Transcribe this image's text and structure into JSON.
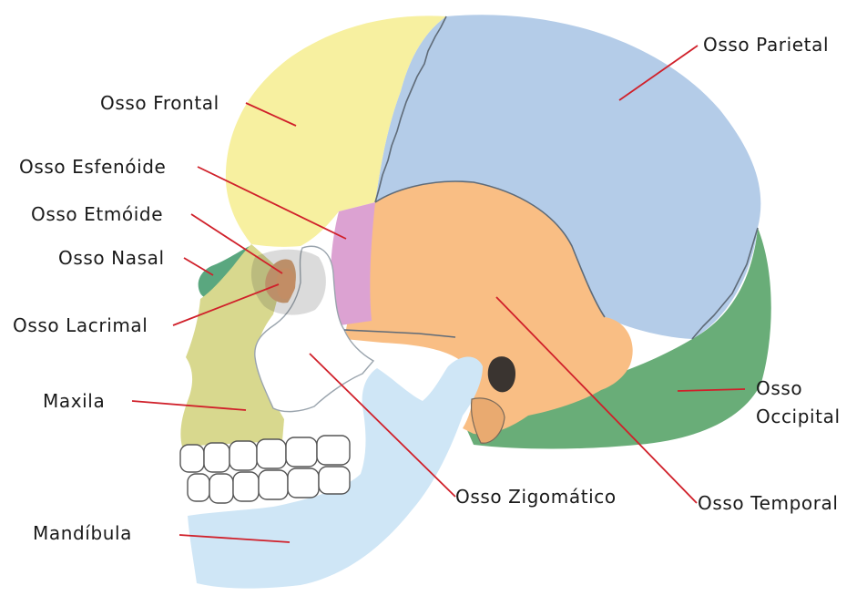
{
  "diagram": {
    "colors": {
      "frontal": "#f7f0a0",
      "parietal": "#b4cce8",
      "temporal": "#f9be84",
      "occipital": "#69ad78",
      "sphenoid": "#dca2d2",
      "ethmoid": "#d9a374",
      "nasal": "#5aa77f",
      "lacrimal": "#e1a070",
      "maxilla": "#d8d88e",
      "zygomatic": "#ffffff",
      "mandible": "#cfe6f6",
      "leader": "#d0202a"
    },
    "labels": {
      "frontal": "Osso Frontal",
      "sphenoid": "Osso Esfenóide",
      "ethmoid": "Osso Etmóide",
      "nasal": "Osso Nasal",
      "lacrimal": "Osso Lacrimal",
      "maxilla": "Maxila",
      "mandible": "Mandíbula",
      "parietal": "Osso Parietal",
      "occipital_1": "Osso",
      "occipital_2": "Occipital",
      "zygomatic": "Osso Zigomático",
      "temporal": "Osso Temporal"
    }
  }
}
